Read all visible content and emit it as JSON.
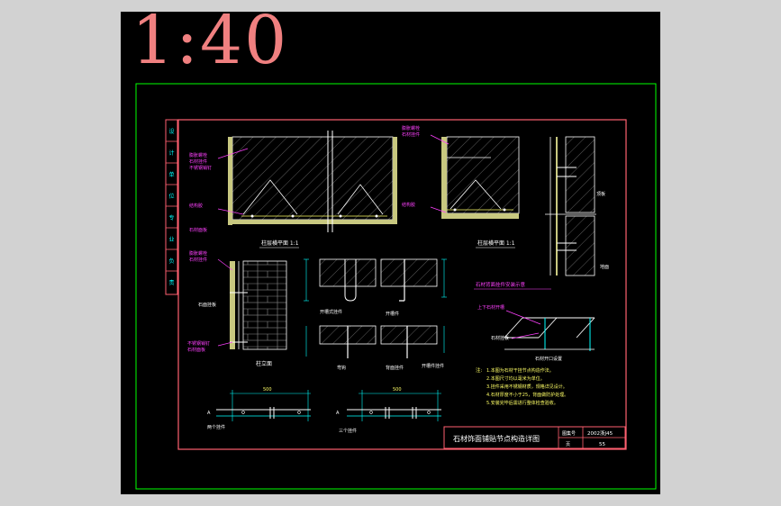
{
  "scale_label": "1:40",
  "colors": {
    "sheet": "#000000",
    "outer_frame": "#00ff00",
    "inner_frame": "#ff6070",
    "annotation": "#ff40ff",
    "text": "#ffffff",
    "dimension": "#00ffff",
    "dim_text": "#ffff66",
    "stone": "#c8c880"
  },
  "side_tab": {
    "labels": [
      "设",
      "计",
      "单",
      "位",
      "专",
      "业",
      "负",
      "责"
    ]
  },
  "details": {
    "col_section_1": "柱层横平面 1:1",
    "col_section_2": "柱层横平面 1:1",
    "col_elevation": "柱立面",
    "slot_profile": "开槽式挂件",
    "slot_profile_2": "开槽件",
    "hook_a": "弯钩",
    "hook_b": "背面挂件",
    "hook_c": "开槽件挂件",
    "anchor_title": "石材背面挂件安装示意",
    "anchor_note": "上下石材开槽",
    "anchor_label": "石材挂板",
    "anchor_foot": "石材开口设置",
    "stone_face": "石面挂板",
    "top_plate": "顶板",
    "floor": "地面",
    "row_two": "两个挂件",
    "row_three": "三个挂件"
  },
  "callouts": {
    "a": "膨胀螺栓",
    "b": "石材挂件",
    "c": "不锈钢销钉",
    "d": "结构胶",
    "e": "石材面板"
  },
  "dimensions": {
    "span_a": "500",
    "span_b": "500",
    "edge_mark": "A"
  },
  "notes": {
    "label": "注:",
    "lines": [
      "1.本图为石材干挂节点构造作法。",
      "2.本图尺寸均以毫米为单位。",
      "3.挂件采用不锈钢材质，规格详见设计。",
      "4.石材厚度不小于25，背面做防护处理。",
      "5.安装完毕后需进行整体检查验收。"
    ]
  },
  "title_block": {
    "title": "石材饰面铺贴节点构造详图",
    "atlas_label": "图集号",
    "atlas_no": "2002浙J45",
    "page_label": "页",
    "page_no": "55"
  }
}
